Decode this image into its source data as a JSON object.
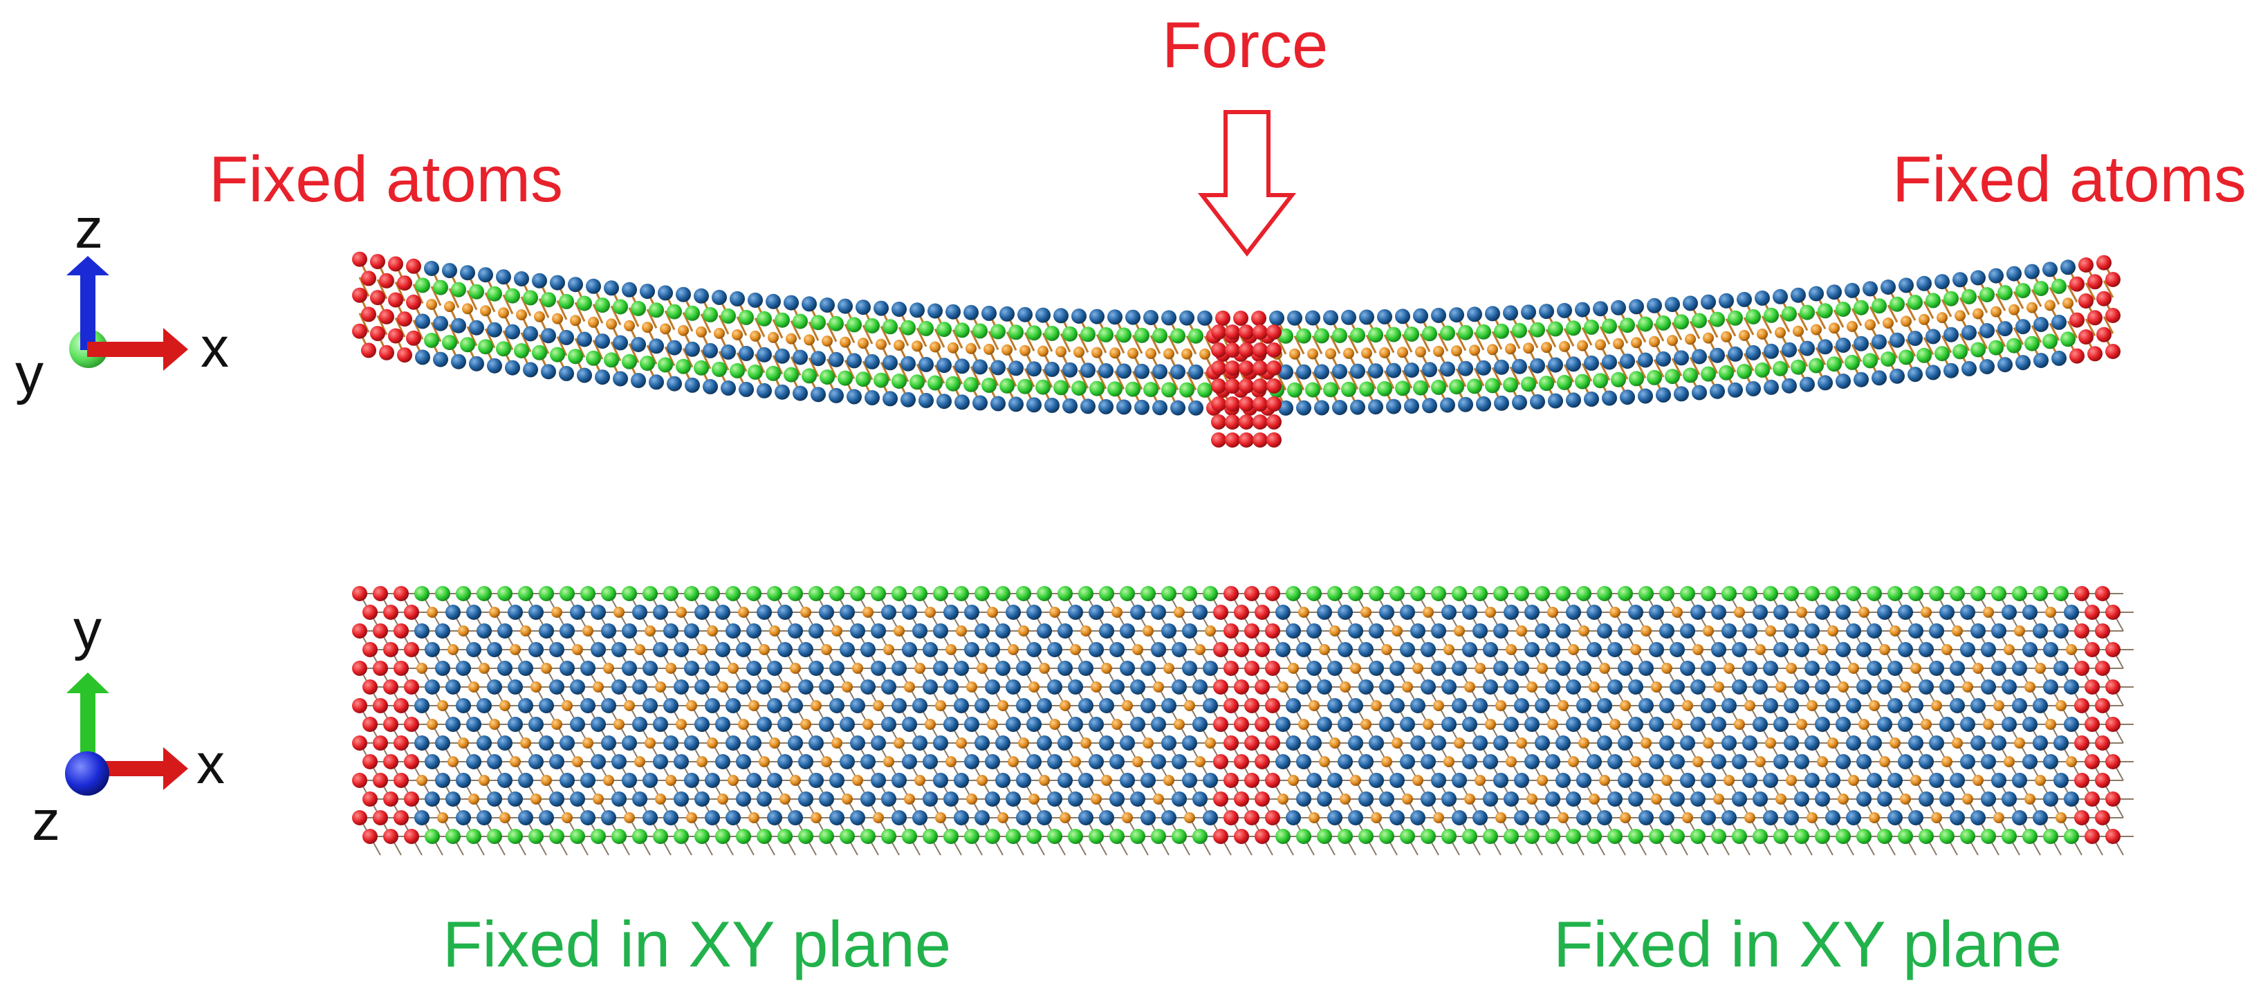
{
  "labels": {
    "force": "Force",
    "fixed_atoms_left": "Fixed atoms",
    "fixed_atoms_right": "Fixed atoms",
    "fixed_xy_left": "Fixed in XY plane",
    "fixed_xy_right": "Fixed in XY plane"
  },
  "axes_side": {
    "up": "z",
    "right": "x",
    "depth": "y"
  },
  "axes_top": {
    "up": "y",
    "right": "x",
    "depth": "z"
  },
  "colors": {
    "label_red": "#e8212b",
    "label_green": "#22b24c",
    "atom_red": "#e31e24",
    "atom_blue": "#1f5f9e",
    "atom_green": "#2ecc32",
    "atom_orange": "#e08a1e",
    "bond": "#7a6a55",
    "axis_blue": "#1a2bd6",
    "axis_red": "#d61a1a",
    "axis_green": "#2ac42a"
  }
}
